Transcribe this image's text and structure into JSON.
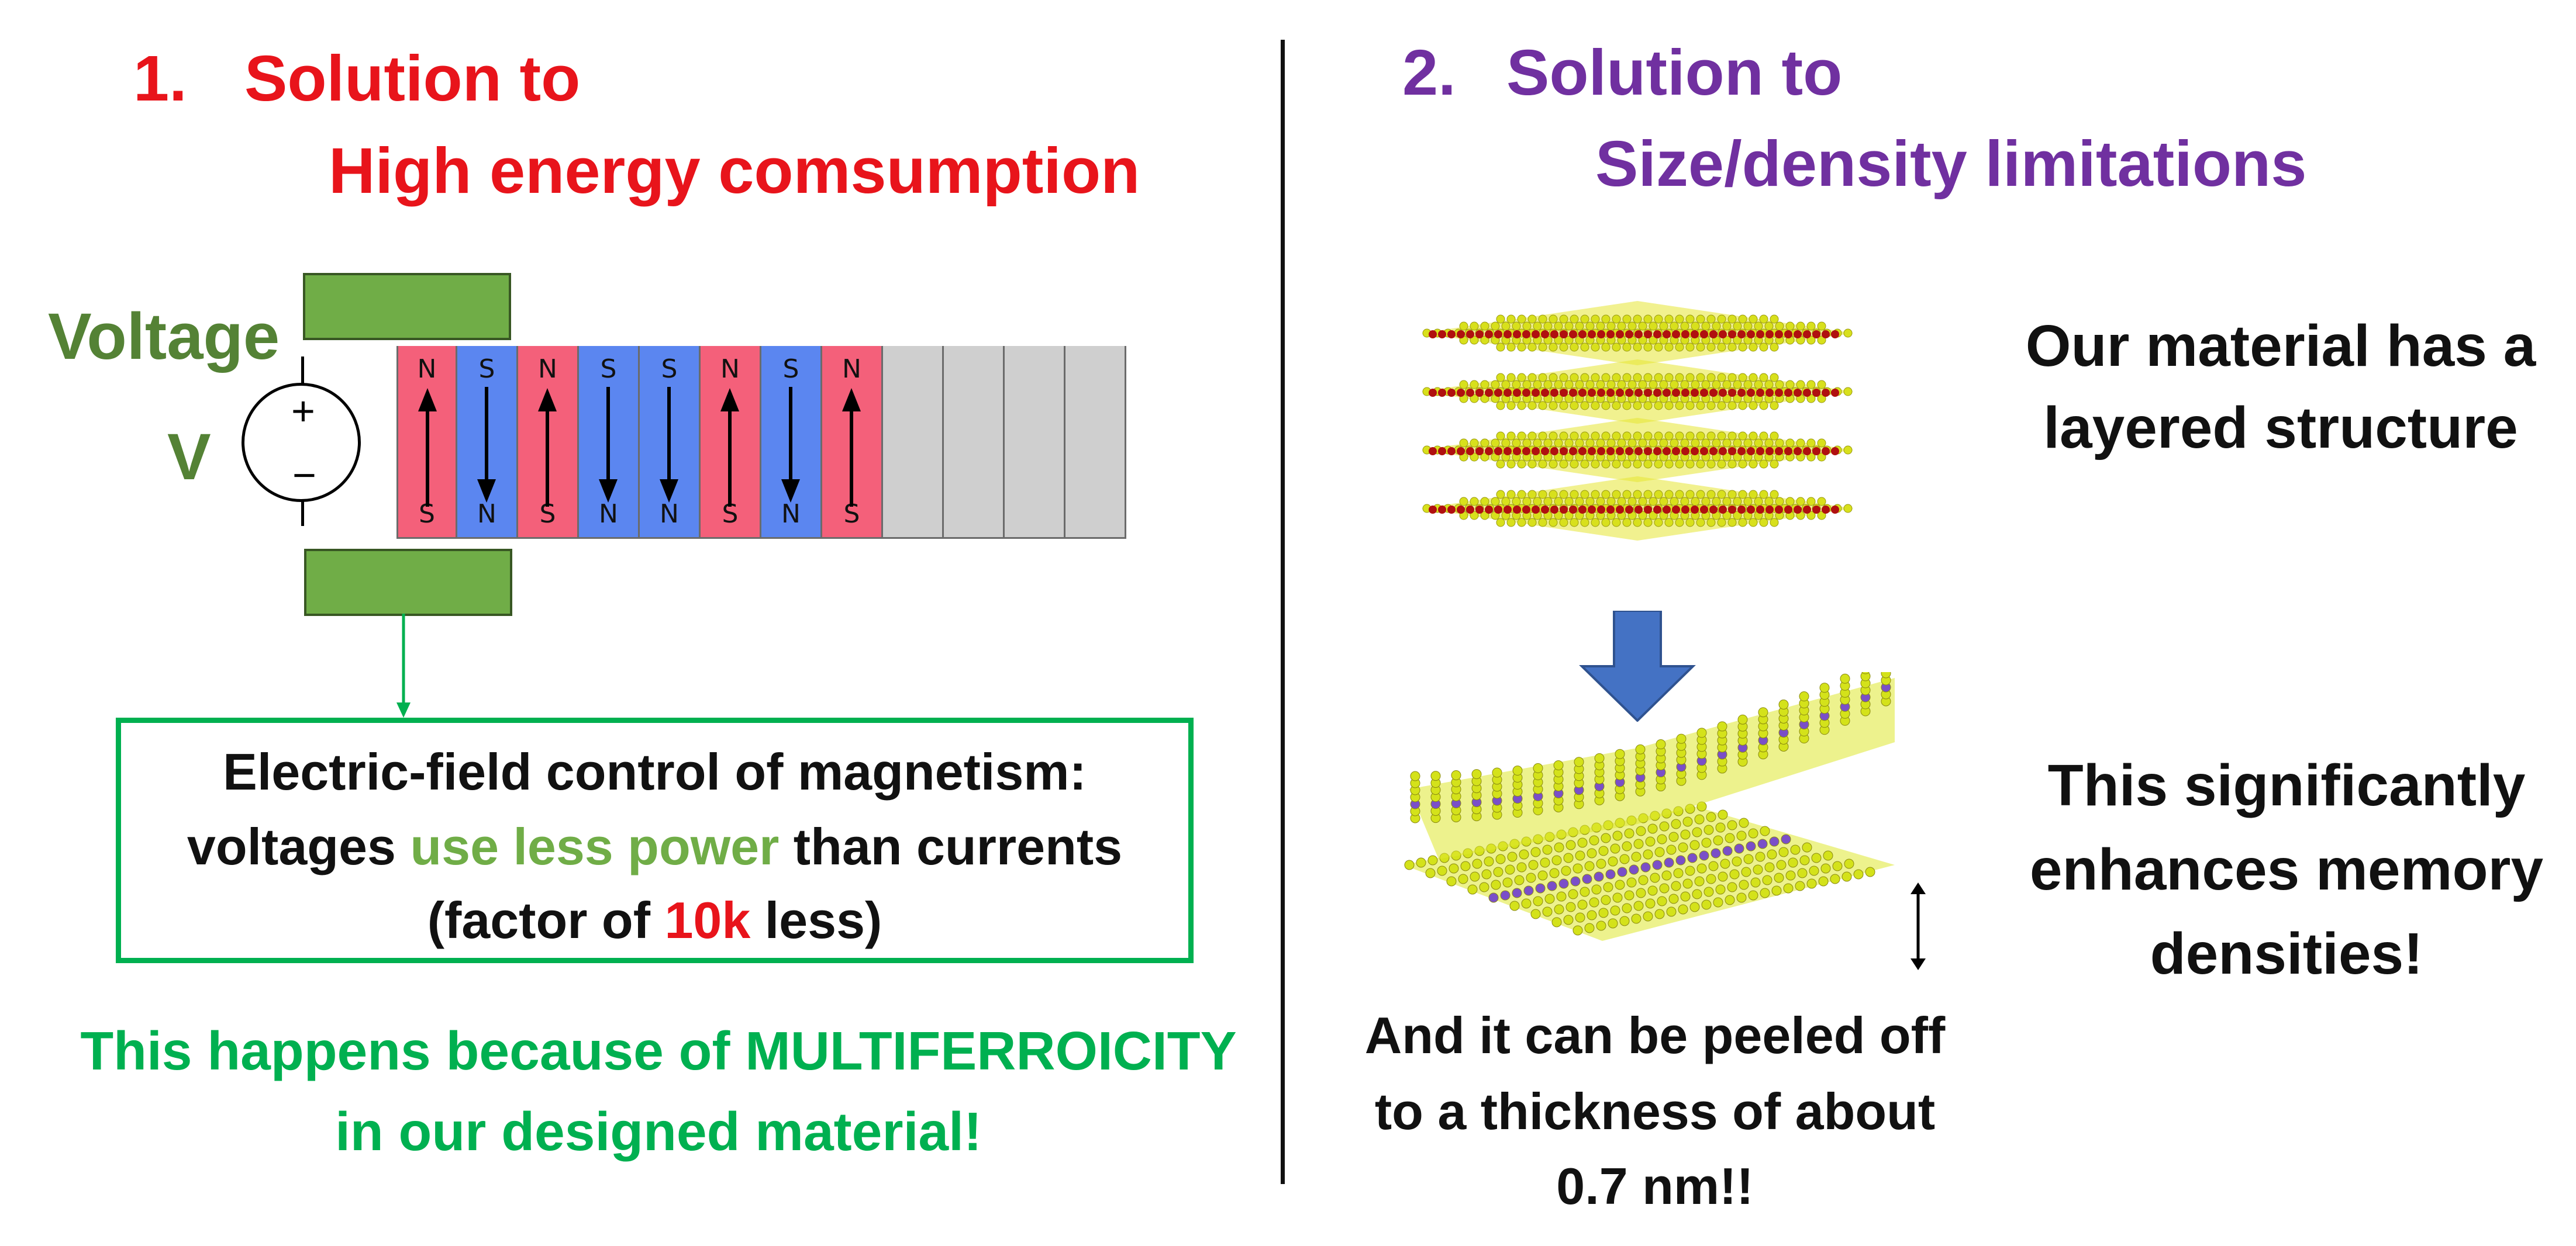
{
  "left_section": {
    "number": "1.",
    "heading_line1": "Solution to",
    "heading_line2": "High energy comsumption",
    "voltage_label": "Voltage",
    "v_label": "V",
    "source_plus": "+",
    "source_minus": "−",
    "domains": [
      {
        "top": "N",
        "bottom": "S",
        "direction": "up",
        "color": "#f4607a"
      },
      {
        "top": "S",
        "bottom": "N",
        "direction": "down",
        "color": "#5b86f0"
      },
      {
        "top": "N",
        "bottom": "S",
        "direction": "up",
        "color": "#f4607a"
      },
      {
        "top": "S",
        "bottom": "N",
        "direction": "down",
        "color": "#5b86f0"
      },
      {
        "top": "S",
        "bottom": "N",
        "direction": "down",
        "color": "#5b86f0"
      },
      {
        "top": "N",
        "bottom": "S",
        "direction": "up",
        "color": "#f4607a"
      },
      {
        "top": "S",
        "bottom": "N",
        "direction": "down",
        "color": "#5b86f0"
      },
      {
        "top": "N",
        "bottom": "S",
        "direction": "up",
        "color": "#f4607a"
      },
      {
        "top": "",
        "bottom": "",
        "direction": "none",
        "color": "#cfcfcf"
      },
      {
        "top": "",
        "bottom": "",
        "direction": "none",
        "color": "#cfcfcf"
      },
      {
        "top": "",
        "bottom": "",
        "direction": "none",
        "color": "#cfcfcf"
      },
      {
        "top": "",
        "bottom": "",
        "direction": "none",
        "color": "#cfcfcf"
      }
    ],
    "box": {
      "line1": "Electric-field control of magnetism:",
      "line2_pre": "voltages ",
      "line2_highlight": "use less power",
      "line2_post": " than currents",
      "line3_pre": "(factor of ",
      "line3_highlight": "10k",
      "line3_post": " less)"
    },
    "footer_line1": "This happens because of MULTIFERROICITY",
    "footer_line2": "in our designed material!"
  },
  "right_section": {
    "number": "2.",
    "heading_line1": "Solution to",
    "heading_line2": "Size/density limitations",
    "layered_line1": "Our material has a",
    "layered_line2": "layered structure",
    "enhance_line1": "This significantly",
    "enhance_line2": "enhances memory",
    "enhance_line3": "densities!",
    "peel_line1": "And it can be peeled off",
    "peel_line2": "to a thickness of about",
    "peel_line3": "0.7 nm!!"
  },
  "colors": {
    "red_heading": "#e8141b",
    "purple_heading": "#7030a0",
    "voltage_green": "#548235",
    "electrode_green": "#70ad47",
    "box_green": "#00b050",
    "arrow_blue": "#4472c4"
  }
}
